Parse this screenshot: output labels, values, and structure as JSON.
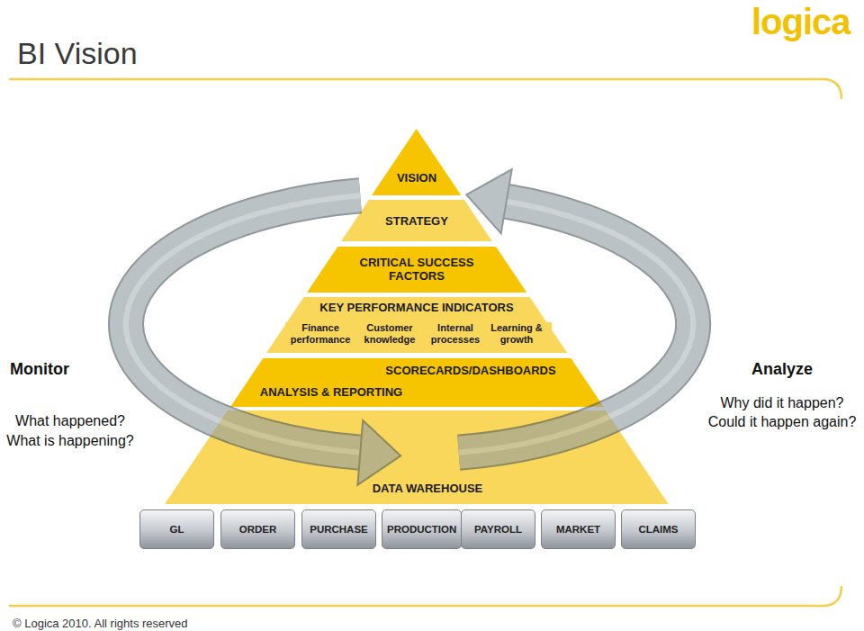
{
  "diagram": {
    "title": "BI Vision",
    "nodes": [
      {
        "text": [
          "VISION"
        ]
      },
      {
        "text": [
          "STRATEGY"
        ]
      },
      {
        "text": [
          "CRITICAL SUCCESS FACTORS"
        ]
      },
      {
        "text": [
          "KEY PERFORMANCE INDICATORS",
          "Finance performance",
          "Customer knowledge",
          "Internal processes",
          "Learning & growth"
        ]
      },
      {
        "text": [
          "SCORECARDS/DASHBOARDS",
          "ANALYSIS & REPORTING"
        ]
      },
      {
        "text": [
          "DATA WAREHOUSE"
        ]
      },
      {
        "text": [
          "GL"
        ]
      },
      {
        "text": [
          "ORDER"
        ]
      },
      {
        "text": [
          "PURCHASE"
        ]
      },
      {
        "text": [
          "PRODUCTION"
        ]
      },
      {
        "text": [
          "PAYROLL"
        ]
      },
      {
        "text": [
          "MARKET"
        ]
      },
      {
        "text": [
          "CLAIMS"
        ]
      }
    ],
    "labels": [
      "logica",
      "Monitor",
      "What happened? What is happening?",
      "Analyze",
      "Why did it happen? Could it happen again?",
      "© Logica 2010. All rights reserved"
    ]
  }
}
